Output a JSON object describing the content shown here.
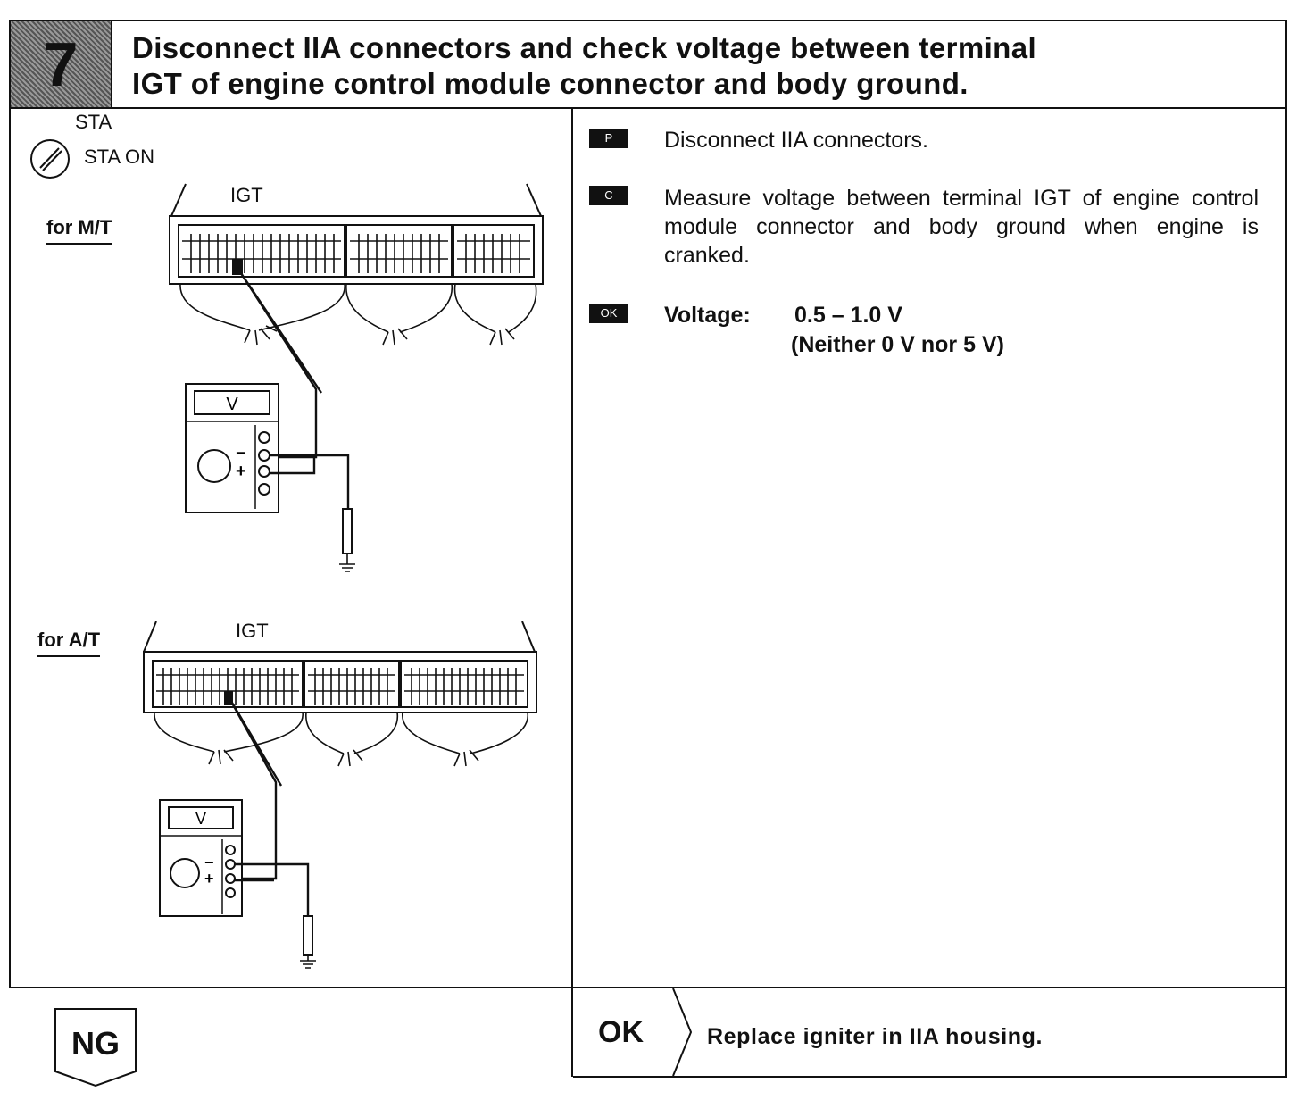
{
  "header": {
    "step_number": "7",
    "title_line1": "Disconnect IIA connectors and check voltage between terminal",
    "title_line2": "IGT of engine control module connector and body ground."
  },
  "left": {
    "ignition_label": "STA",
    "ignition_state": "STA ON",
    "mt_label": "for M/T",
    "mt_terminal": "IGT",
    "at_label": "for A/T",
    "at_terminal": "IGT",
    "meter_unit": "V",
    "minus_sign": "−",
    "plus_sign": "+"
  },
  "steps": {
    "p_tag": "P",
    "p_text": "Disconnect IIA connectors.",
    "c_tag": "C",
    "c_text": "Measure voltage between terminal IGT of engine control module connector and body ground when engine is cranked.",
    "ok_tag": "OK",
    "ok_label": "Voltage:",
    "ok_value1": "0.5 – 1.0 V",
    "ok_value2": "(Neither 0 V nor 5 V)"
  },
  "results": {
    "ng_label": "NG",
    "ok_label": "OK",
    "ok_text": "Replace igniter in IIA housing."
  }
}
